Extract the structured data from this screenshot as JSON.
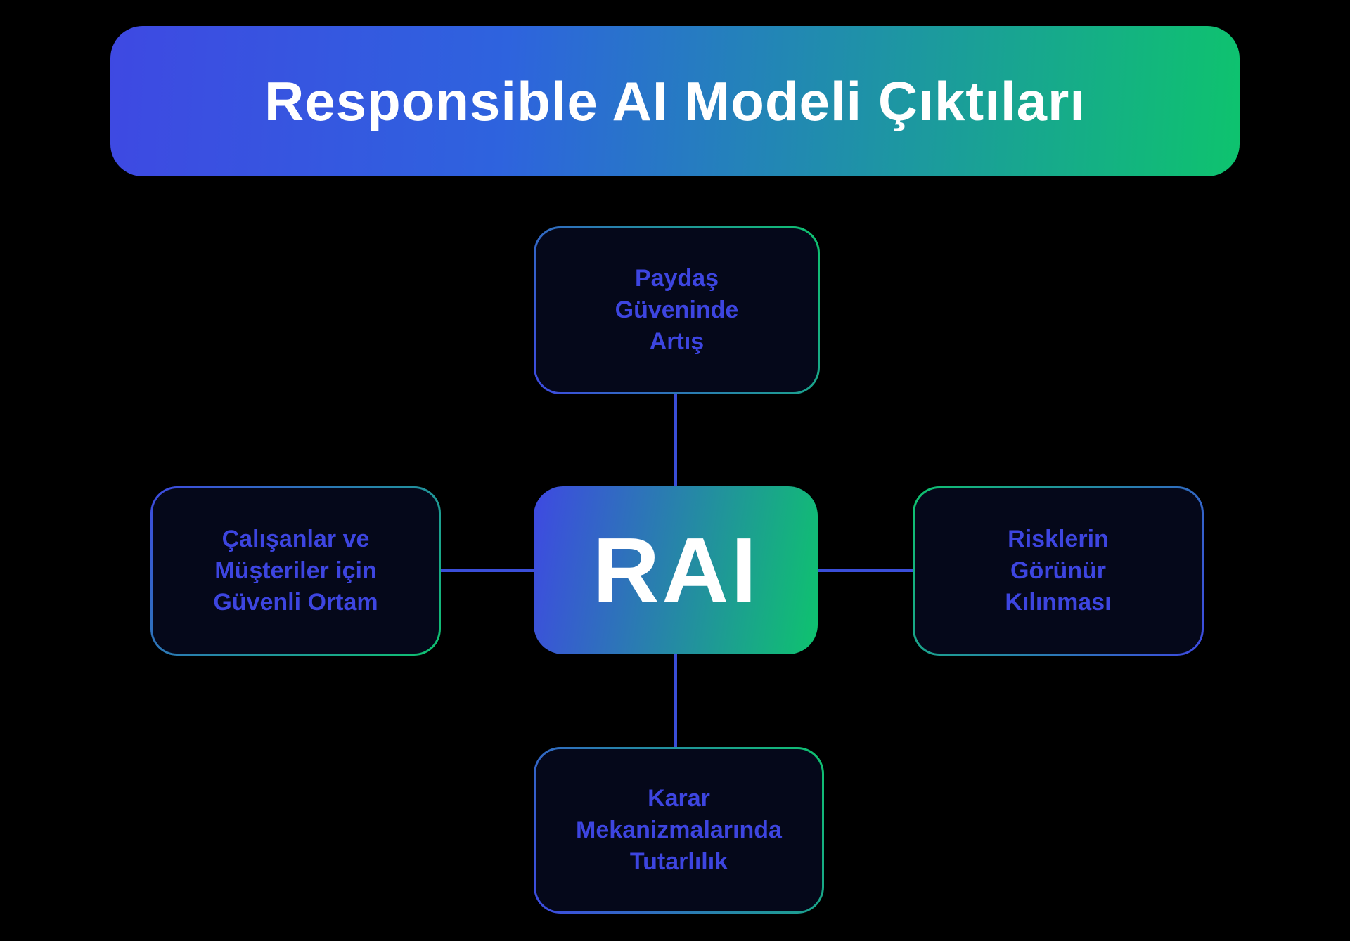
{
  "title": {
    "text": "Responsible AI Modeli Çıktıları"
  },
  "center": {
    "label": "RAI"
  },
  "nodes": {
    "top": {
      "lines": [
        "Paydaş",
        "Güveninde",
        "Artış"
      ]
    },
    "left": {
      "lines": [
        "Çalışanlar ve",
        "Müşteriler için",
        "Güvenli Ortam"
      ]
    },
    "right": {
      "lines": [
        "Risklerin",
        "Görünür",
        "Kılınması"
      ]
    },
    "bottom": {
      "lines": [
        "Karar",
        "Mekanizmalarında",
        "Tutarlılık"
      ]
    }
  },
  "colors": {
    "background": "#000000",
    "gradient_blue": "#3E49E2",
    "gradient_green": "#0EC36E",
    "node_background": "#05081A",
    "node_text": "#3D45E0",
    "connector": "#3A4ED8",
    "title_text": "#FFFFFF"
  }
}
